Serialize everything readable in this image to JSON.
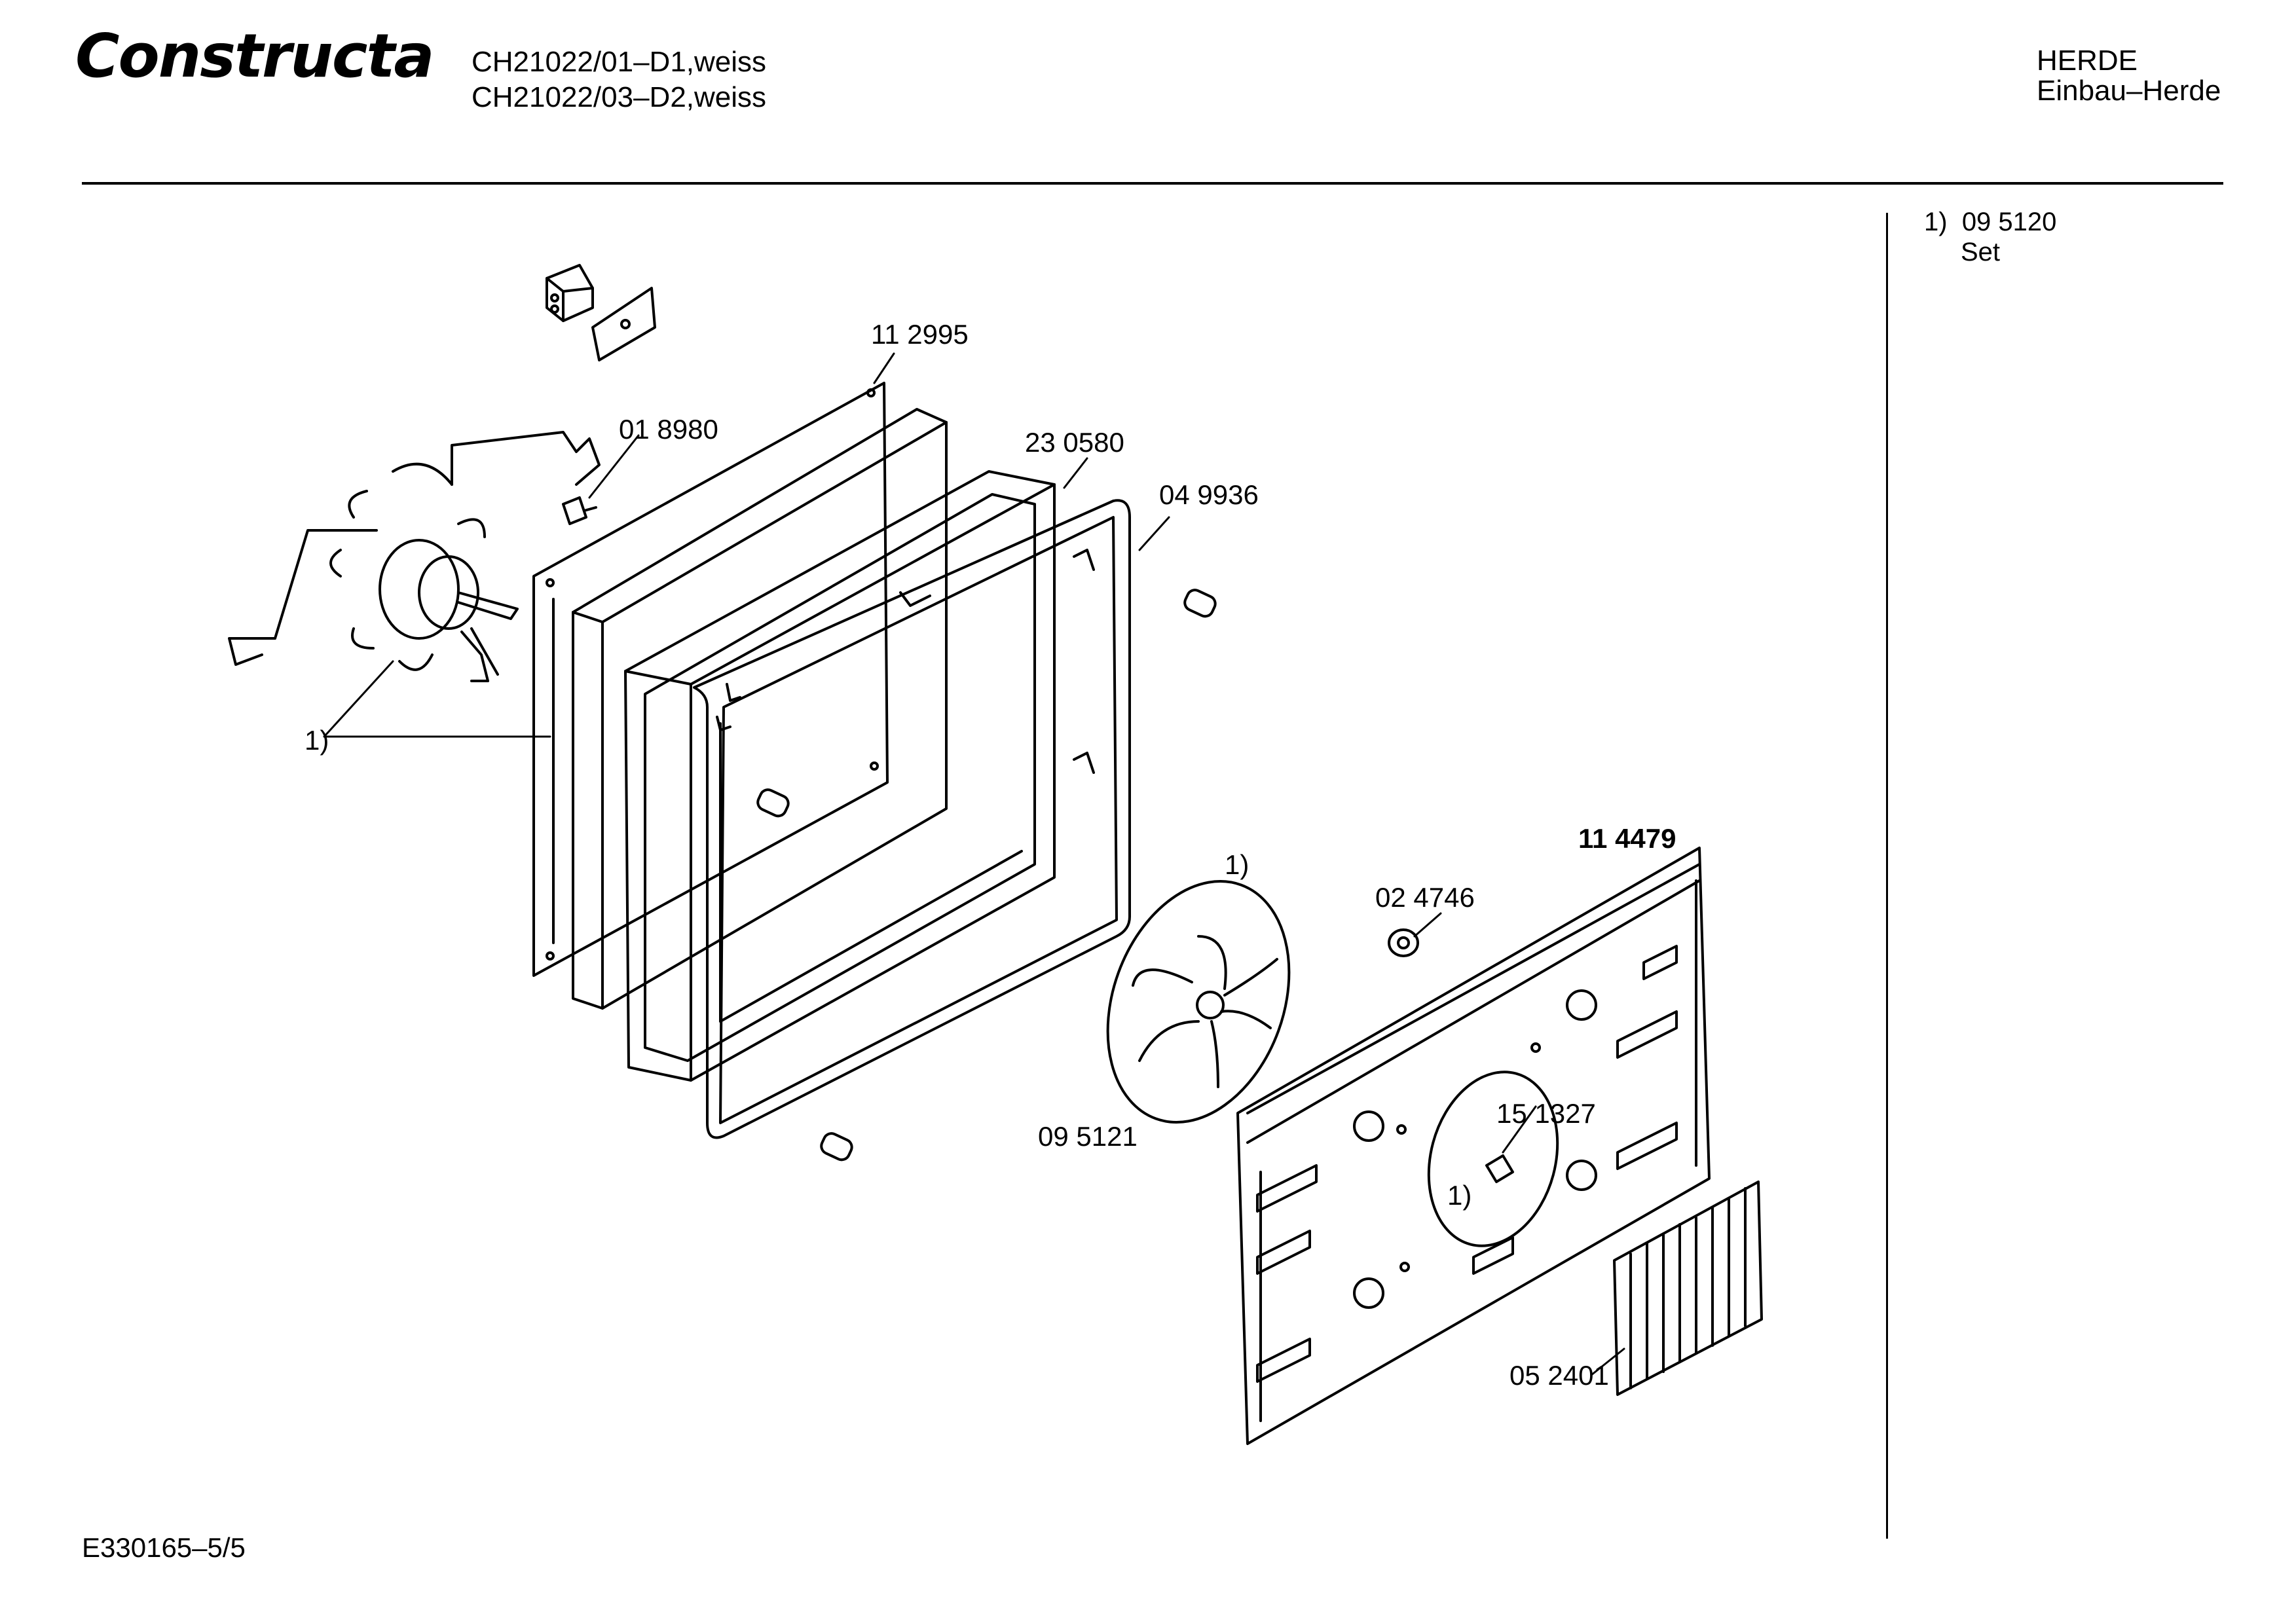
{
  "header": {
    "brand": "Constructa",
    "models": [
      "CH21022/01–D1,weiss",
      "CH21022/03–D2,weiss"
    ],
    "category": "HERDE",
    "subcategory": "Einbau–Herde"
  },
  "side_note": {
    "marker": "1)",
    "part_number": "09 5120",
    "description": "Set"
  },
  "callouts": {
    "p112995": "11 2995",
    "p018980": "01 8980",
    "p230580": "23 0580",
    "p049936": "04 9936",
    "set_left": "1)",
    "set_fan": "1)",
    "p024746": "02 4746",
    "p114479": "11 4479",
    "p095121": "09 5121",
    "p151327": "15 1327",
    "set_nut": "1)",
    "p052401": "05 2401"
  },
  "footer": {
    "doc_id": "E330165–5/5"
  }
}
